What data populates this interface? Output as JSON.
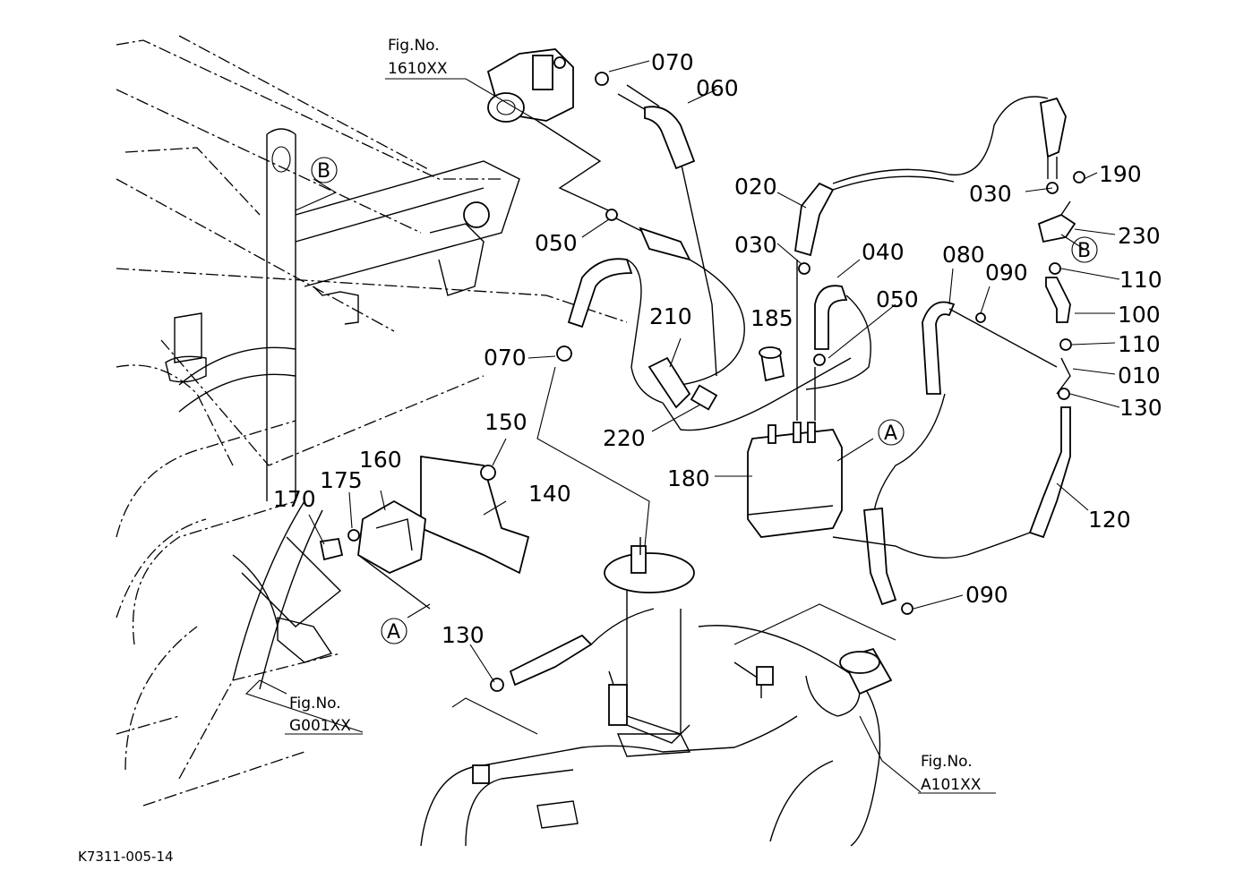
{
  "drawing_code": "K7311-005-14",
  "figure_references": [
    {
      "prefix": "Fig.No.",
      "number": "1610XX"
    },
    {
      "prefix": "Fig.No.",
      "number": "G001XX"
    },
    {
      "prefix": "Fig.No.",
      "number": "A101XX"
    }
  ],
  "callout_markers": [
    "A",
    "B"
  ],
  "part_labels": [
    "070",
    "060",
    "050",
    "020",
    "030",
    "040",
    "050",
    "185",
    "210",
    "070",
    "220",
    "180",
    "150",
    "160",
    "175",
    "170",
    "140",
    "130",
    "190",
    "030",
    "230",
    "080",
    "090",
    "110",
    "100",
    "110",
    "010",
    "130",
    "120",
    "090"
  ]
}
